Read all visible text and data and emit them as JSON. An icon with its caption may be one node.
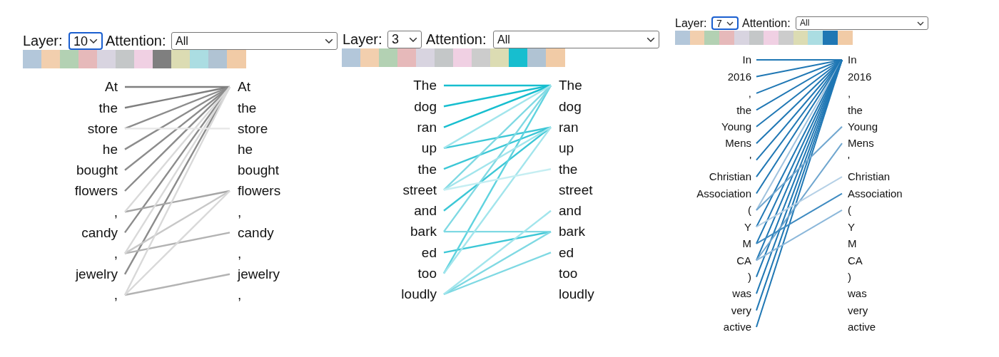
{
  "diagram": {
    "nodes": [
      {
        "text": [
          "At"
        ]
      },
      {
        "text": [
          "the"
        ]
      },
      {
        "text": [
          "store"
        ]
      },
      {
        "text": [
          "he"
        ]
      },
      {
        "text": [
          "bought"
        ]
      },
      {
        "text": [
          "flowers"
        ]
      },
      {
        "text": [
          ","
        ]
      },
      {
        "text": [
          "candy"
        ]
      },
      {
        "text": [
          ","
        ]
      },
      {
        "text": [
          "jewelry"
        ]
      },
      {
        "text": [
          ","
        ]
      },
      {
        "text": [
          "At"
        ]
      },
      {
        "text": [
          "the"
        ]
      },
      {
        "text": [
          "store"
        ]
      },
      {
        "text": [
          "he"
        ]
      },
      {
        "text": [
          "bought"
        ]
      },
      {
        "text": [
          "flowers"
        ]
      },
      {
        "text": [
          ","
        ]
      },
      {
        "text": [
          "candy"
        ]
      },
      {
        "text": [
          ","
        ]
      },
      {
        "text": [
          "jewelry"
        ]
      },
      {
        "text": [
          ","
        ]
      },
      {
        "text": [
          "The"
        ]
      },
      {
        "text": [
          "dog"
        ]
      },
      {
        "text": [
          "ran"
        ]
      },
      {
        "text": [
          "up"
        ]
      },
      {
        "text": [
          "the"
        ]
      },
      {
        "text": [
          "street"
        ]
      },
      {
        "text": [
          "and"
        ]
      },
      {
        "text": [
          "bark"
        ]
      },
      {
        "text": [
          "ed"
        ]
      },
      {
        "text": [
          "too"
        ]
      },
      {
        "text": [
          "loudly"
        ]
      },
      {
        "text": [
          "The"
        ]
      },
      {
        "text": [
          "dog"
        ]
      },
      {
        "text": [
          "ran"
        ]
      },
      {
        "text": [
          "up"
        ]
      },
      {
        "text": [
          "the"
        ]
      },
      {
        "text": [
          "street"
        ]
      },
      {
        "text": [
          "and"
        ]
      },
      {
        "text": [
          "bark"
        ]
      },
      {
        "text": [
          "ed"
        ]
      },
      {
        "text": [
          "too"
        ]
      },
      {
        "text": [
          "loudly"
        ]
      },
      {
        "text": [
          "In"
        ]
      },
      {
        "text": [
          "2016"
        ]
      },
      {
        "text": [
          ","
        ]
      },
      {
        "text": [
          "the"
        ]
      },
      {
        "text": [
          "Young"
        ]
      },
      {
        "text": [
          "Mens"
        ]
      },
      {
        "text": [
          "'"
        ]
      },
      {
        "text": [
          "Christian"
        ]
      },
      {
        "text": [
          "Association"
        ]
      },
      {
        "text": [
          "("
        ]
      },
      {
        "text": [
          "Y"
        ]
      },
      {
        "text": [
          "M"
        ]
      },
      {
        "text": [
          "CA"
        ]
      },
      {
        "text": [
          ")"
        ]
      },
      {
        "text": [
          "was"
        ]
      },
      {
        "text": [
          "very"
        ]
      },
      {
        "text": [
          "active"
        ]
      },
      {
        "text": [
          "In"
        ]
      },
      {
        "text": [
          "2016"
        ]
      },
      {
        "text": [
          ","
        ]
      },
      {
        "text": [
          "the"
        ]
      },
      {
        "text": [
          "Young"
        ]
      },
      {
        "text": [
          "Mens"
        ]
      },
      {
        "text": [
          "'"
        ]
      },
      {
        "text": [
          "Christian"
        ]
      },
      {
        "text": [
          "Association"
        ]
      },
      {
        "text": [
          "("
        ]
      },
      {
        "text": [
          "Y"
        ]
      },
      {
        "text": [
          "M"
        ]
      },
      {
        "text": [
          "CA"
        ]
      },
      {
        "text": [
          ")"
        ]
      },
      {
        "text": [
          "was"
        ]
      },
      {
        "text": [
          "very"
        ]
      },
      {
        "text": [
          "active"
        ]
      }
    ],
    "edges": [
      {
        "from": 0,
        "to": 11,
        "arrow": "none",
        "color": "#7f7f7f"
      },
      {
        "from": 1,
        "to": 11,
        "arrow": "none",
        "color": "#7f7f7f"
      },
      {
        "from": 2,
        "to": 11,
        "arrow": "none",
        "color": "#8c8c8c"
      },
      {
        "from": 3,
        "to": 11,
        "arrow": "none",
        "color": "#8c8c8c"
      },
      {
        "from": 4,
        "to": 11,
        "arrow": "none",
        "color": "#8c8c8c"
      },
      {
        "from": 5,
        "to": 11,
        "arrow": "none",
        "color": "#8c8c8c"
      },
      {
        "from": 7,
        "to": 11,
        "arrow": "none",
        "color": "#8c8c8c"
      },
      {
        "from": 9,
        "to": 11,
        "arrow": "none",
        "color": "#8c8c8c"
      },
      {
        "from": 6,
        "to": 16,
        "arrow": "none",
        "color": "#a6a6a6"
      },
      {
        "from": 8,
        "to": 18,
        "arrow": "none",
        "color": "#b3b3b3"
      },
      {
        "from": 8,
        "to": 16,
        "arrow": "none",
        "color": "#c8c8c8"
      },
      {
        "from": 10,
        "to": 20,
        "arrow": "none",
        "color": "#b3b3b3"
      },
      {
        "from": 10,
        "to": 16,
        "arrow": "none",
        "color": "#d9d9d9"
      },
      {
        "from": 6,
        "to": 11,
        "arrow": "none",
        "color": "#d9d9d9"
      },
      {
        "from": 8,
        "to": 11,
        "arrow": "none",
        "color": "#d9d9d9"
      },
      {
        "from": 10,
        "to": 11,
        "arrow": "none",
        "color": "#d9d9d9"
      },
      {
        "from": 2,
        "to": 13,
        "arrow": "none",
        "color": "#e6e6e6"
      },
      {
        "from": 22,
        "to": 33,
        "arrow": "none",
        "color": "#17becf"
      },
      {
        "from": 23,
        "to": 33,
        "arrow": "none",
        "color": "#17becf"
      },
      {
        "from": 24,
        "to": 33,
        "arrow": "none",
        "color": "#17becf"
      },
      {
        "from": 25,
        "to": 35,
        "arrow": "none",
        "color": "#3cc7d6"
      },
      {
        "from": 26,
        "to": 35,
        "arrow": "none",
        "color": "#3cc7d6"
      },
      {
        "from": 28,
        "to": 35,
        "arrow": "none",
        "color": "#3cc7d6"
      },
      {
        "from": 30,
        "to": 40,
        "arrow": "none",
        "color": "#3cc7d6"
      },
      {
        "from": 31,
        "to": 33,
        "arrow": "none",
        "color": "#5fd3df"
      },
      {
        "from": 32,
        "to": 41,
        "arrow": "none",
        "color": "#7fd9e3"
      },
      {
        "from": 32,
        "to": 40,
        "arrow": "none",
        "color": "#7fd9e3"
      },
      {
        "from": 29,
        "to": 40,
        "arrow": "none",
        "color": "#7fd9e3"
      },
      {
        "from": 27,
        "to": 33,
        "arrow": "none",
        "color": "#7fd9e3"
      },
      {
        "from": 29,
        "to": 33,
        "arrow": "none",
        "color": "#7fd9e3"
      },
      {
        "from": 25,
        "to": 33,
        "arrow": "none",
        "color": "#a2e5ec"
      },
      {
        "from": 27,
        "to": 35,
        "arrow": "none",
        "color": "#a2e5ec"
      },
      {
        "from": 31,
        "to": 35,
        "arrow": "none",
        "color": "#a2e5ec"
      },
      {
        "from": 32,
        "to": 39,
        "arrow": "none",
        "color": "#a2e5ec"
      },
      {
        "from": 27,
        "to": 37,
        "arrow": "none",
        "color": "#c5eef2"
      },
      {
        "from": 44,
        "to": 61,
        "arrow": "none",
        "color": "#1f77b4"
      },
      {
        "from": 45,
        "to": 61,
        "arrow": "none",
        "color": "#1f77b4"
      },
      {
        "from": 46,
        "to": 61,
        "arrow": "none",
        "color": "#1f77b4"
      },
      {
        "from": 47,
        "to": 61,
        "arrow": "none",
        "color": "#1f77b4"
      },
      {
        "from": 48,
        "to": 61,
        "arrow": "none",
        "color": "#1f77b4"
      },
      {
        "from": 49,
        "to": 61,
        "arrow": "none",
        "color": "#1f77b4"
      },
      {
        "from": 50,
        "to": 61,
        "arrow": "none",
        "color": "#1f77b4"
      },
      {
        "from": 51,
        "to": 61,
        "arrow": "none",
        "color": "#1f77b4"
      },
      {
        "from": 52,
        "to": 61,
        "arrow": "none",
        "color": "#1f77b4"
      },
      {
        "from": 53,
        "to": 61,
        "arrow": "none",
        "color": "#9fc2de"
      },
      {
        "from": 54,
        "to": 61,
        "arrow": "none",
        "color": "#1f77b4"
      },
      {
        "from": 55,
        "to": 61,
        "arrow": "none",
        "color": "#1f77b4"
      },
      {
        "from": 56,
        "to": 61,
        "arrow": "none",
        "color": "#1f77b4"
      },
      {
        "from": 57,
        "to": 61,
        "arrow": "none",
        "color": "#1f77b4"
      },
      {
        "from": 58,
        "to": 61,
        "arrow": "none",
        "color": "#1f77b4"
      },
      {
        "from": 59,
        "to": 61,
        "arrow": "none",
        "color": "#1f77b4"
      },
      {
        "from": 60,
        "to": 61,
        "arrow": "none",
        "color": "#1f77b4"
      },
      {
        "from": 53,
        "to": 65,
        "arrow": "none",
        "color": "#6fa6cf"
      },
      {
        "from": 56,
        "to": 66,
        "arrow": "none",
        "color": "#6fa6cf"
      },
      {
        "from": 54,
        "to": 68,
        "arrow": "none",
        "color": "#b5d0e6"
      },
      {
        "from": 55,
        "to": 69,
        "arrow": "none",
        "color": "#3f8bc1"
      },
      {
        "from": 56,
        "to": 70,
        "arrow": "none",
        "color": "#8cb8da"
      }
    ],
    "labels": [
      "Layer:",
      "10",
      "Attention:",
      "All",
      "Layer:",
      "3",
      "Attention:",
      "All",
      "Layer:",
      "7",
      "Attention:",
      "All"
    ]
  }
}
